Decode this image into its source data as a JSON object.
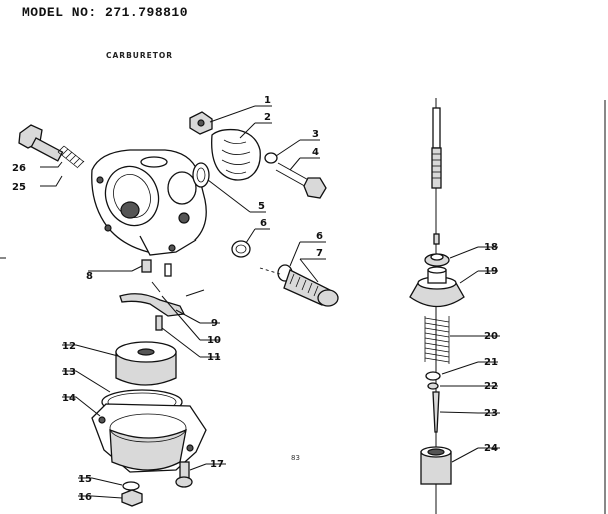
{
  "header": {
    "model_label": "MODEL NO: 271.798810",
    "subtitle": "CARBURETOR",
    "plate_code": "83"
  },
  "callouts": {
    "c1": "1",
    "c2": "2",
    "c3": "3",
    "c4": "4",
    "c5": "5",
    "c6a": "6",
    "c6b": "6",
    "c7": "7",
    "c8": "8",
    "c9": "9",
    "c10": "10",
    "c11": "11",
    "c12": "12",
    "c13": "13",
    "c14": "14",
    "c15": "15",
    "c16": "16",
    "c17": "17",
    "c18": "18",
    "c19": "19",
    "c20": "20",
    "c21": "21",
    "c22": "22",
    "c23": "23",
    "c24": "24",
    "c25": "25",
    "c26": "26"
  }
}
